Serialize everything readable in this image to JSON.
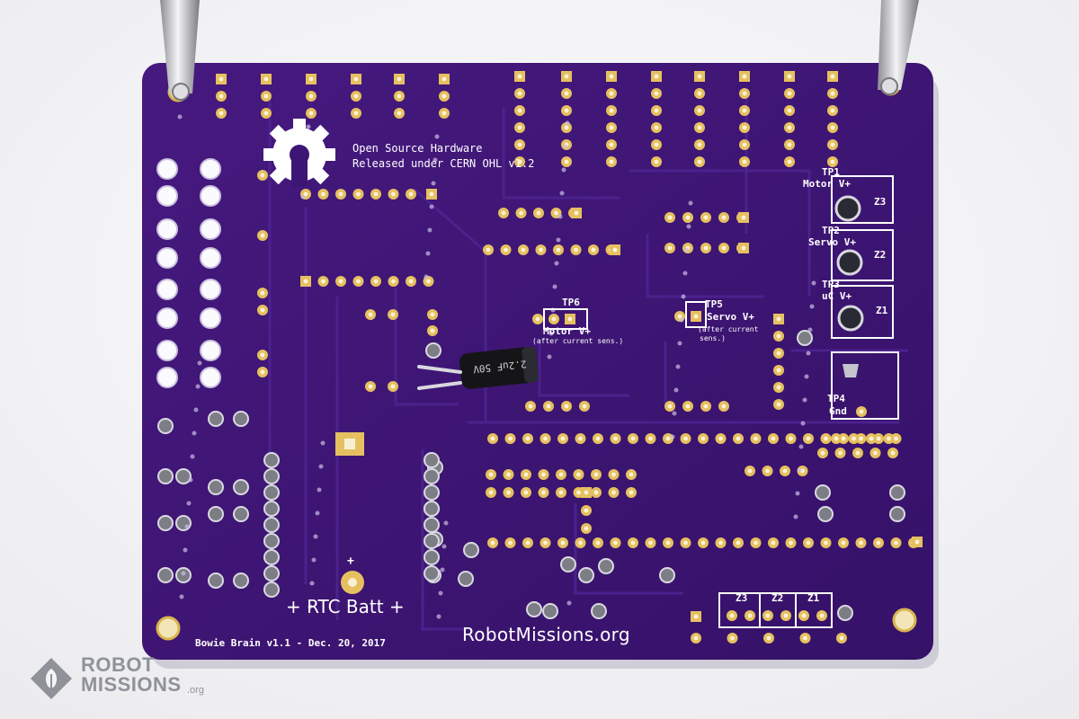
{
  "photo": {
    "subject": "Bowie Brain PCB back side",
    "board_color": "#3d1575",
    "pad_color": "#e6c060"
  },
  "silkscreen": {
    "osh_line1": "Open Source Hardware",
    "osh_line2": "Released under CERN OHL v1.2",
    "tp1": "TP1",
    "tp1_label": "Motor V+",
    "z3": "Z3",
    "tp2": "TP2",
    "tp2_label": "Servo V+",
    "z2": "Z2",
    "tp3": "TP3",
    "tp3_label": "uC V+",
    "z1": "Z1",
    "tp4": "TP4",
    "tp4_label": "Gnd",
    "tp5": "TP5",
    "tp5_label": "Servo V+",
    "tp5_note_1": "(after current",
    "tp5_note_2": "sens.)",
    "tp6": "TP6",
    "tp6_label": "Motor V+",
    "tp6_note": "(after current sens.)",
    "cap_text": "2.2uF 50V",
    "plus": "+",
    "rtc": "+ RTC Batt +",
    "url": "RobotMissions.org",
    "version": "Bowie Brain v1.1 - Dec. 20, 2017",
    "header_z3": "Z3",
    "header_z2": "Z2",
    "header_z1": "Z1"
  },
  "watermark": {
    "line1": "ROBOT",
    "line2": "MISSIONS",
    "suffix": ".org",
    "color": "#8f9299"
  }
}
